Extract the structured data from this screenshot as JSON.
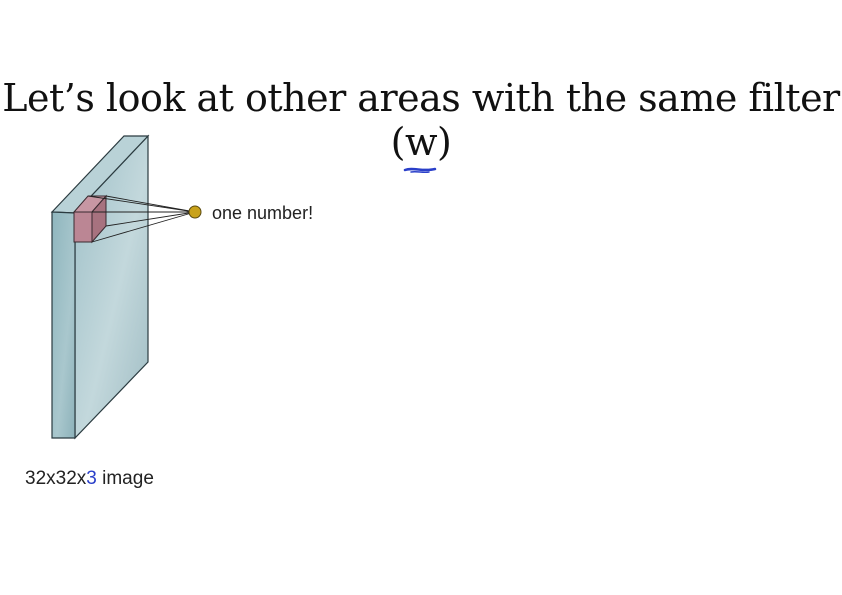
{
  "slide": {
    "title_prefix": "Let’s look at other areas with the same filter (",
    "title_w": "w",
    "title_suffix": ")"
  },
  "diagram": {
    "output_label": "one number!",
    "caption_dims": "32x32x",
    "caption_depth": "3",
    "caption_suffix": " image"
  },
  "colors": {
    "volume_front": "#9cbfc6",
    "volume_side": "#aec7cf",
    "volume_top": "#b9d2d7",
    "filter_front": "#c08f9c",
    "filter_side": "#a26f7e",
    "output_dot": "#c9a21a",
    "accent_blue": "#2a3fc9"
  }
}
